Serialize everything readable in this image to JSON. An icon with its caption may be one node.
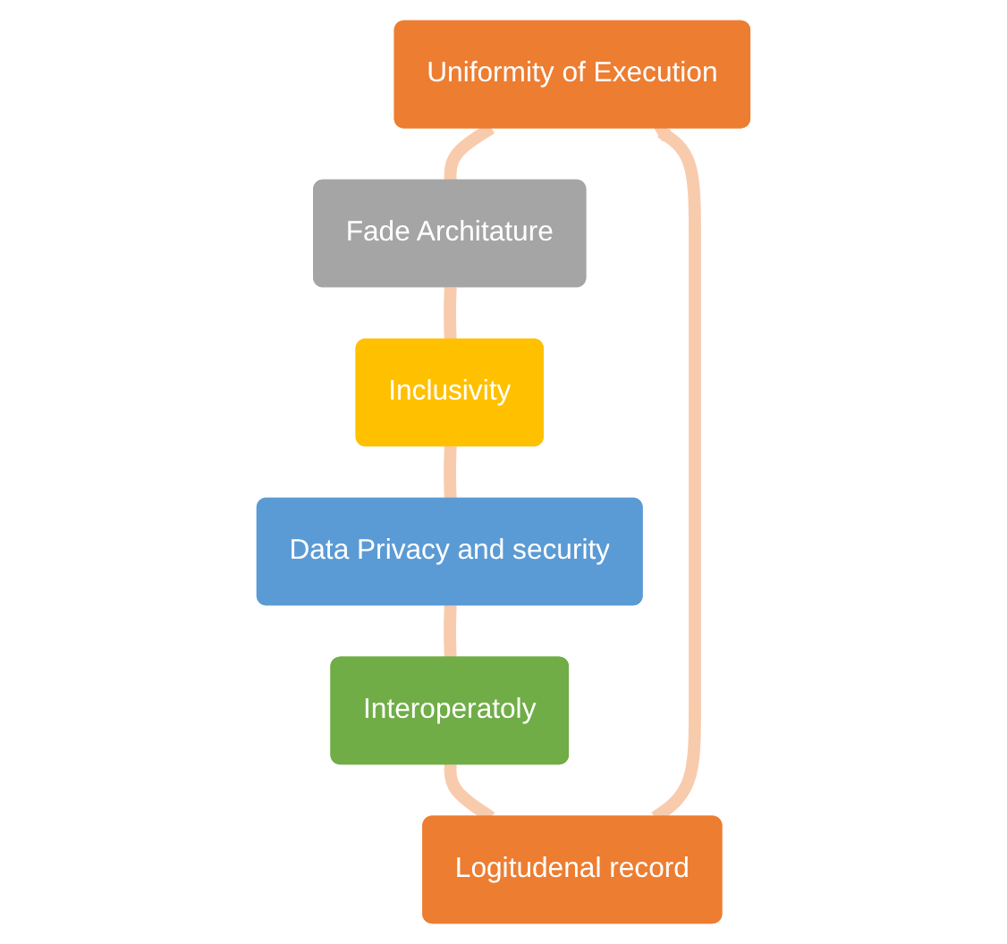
{
  "diagram": {
    "nodes": [
      {
        "text": [
          "Uniformity of Execution"
        ]
      },
      {
        "text": [
          "Logitudenal record"
        ]
      },
      {
        "text": [
          "Fade Architature"
        ]
      },
      {
        "text": [
          "Interoperatoly"
        ]
      },
      {
        "text": [
          "Inclusivity"
        ]
      },
      {
        "text": [
          "Data Privacy and security"
        ]
      }
    ],
    "edges": [
      {
        "from": 0,
        "to": 2,
        "arrow": "none"
      },
      {
        "from": 2,
        "to": 4,
        "arrow": "none"
      },
      {
        "from": 4,
        "to": 5,
        "arrow": "none"
      },
      {
        "from": 5,
        "to": 3,
        "arrow": "none"
      },
      {
        "from": 3,
        "to": 1,
        "arrow": "none"
      },
      {
        "from": 1,
        "to": 0,
        "arrow": "to"
      }
    ]
  }
}
